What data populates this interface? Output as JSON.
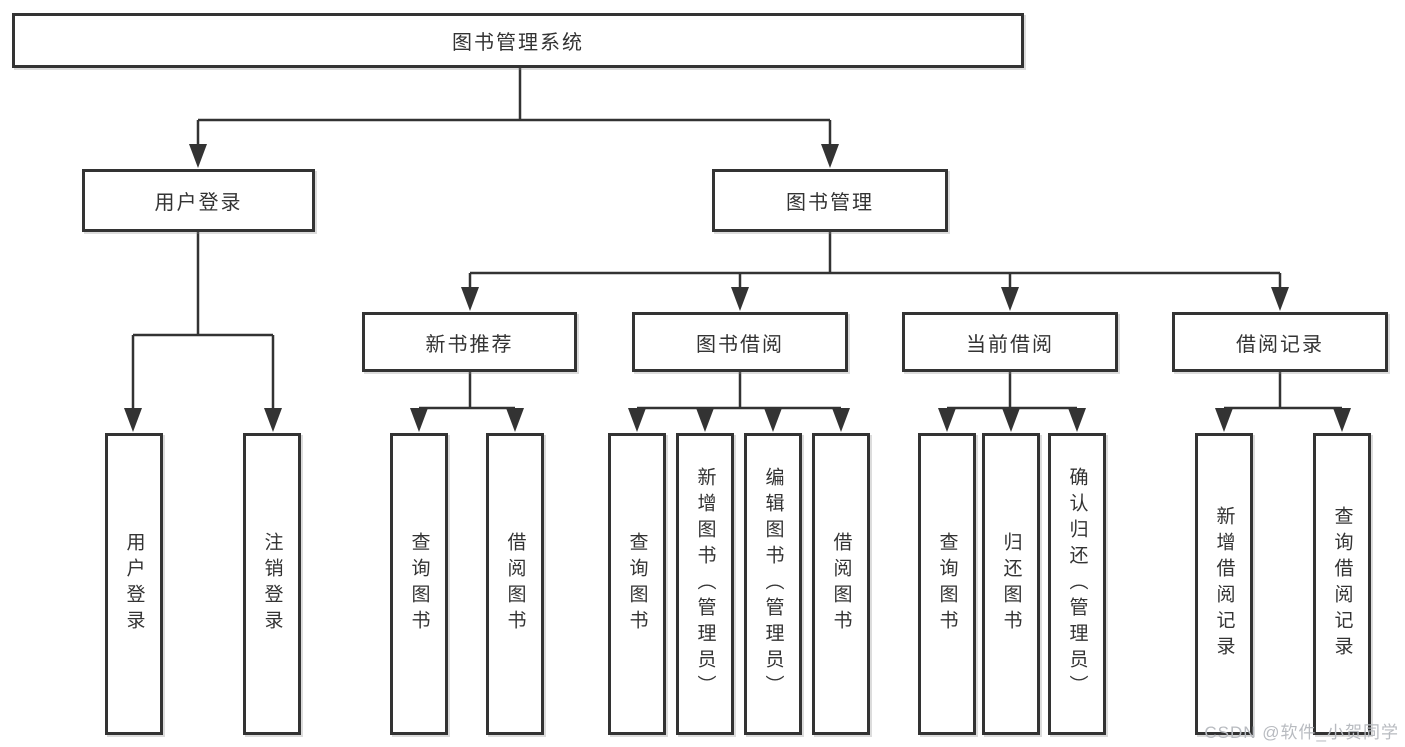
{
  "tree": {
    "root": {
      "label": "图书管理系统"
    },
    "branches": [
      {
        "label": "用户登录",
        "children": [
          {
            "label": "用户登录"
          },
          {
            "label": "注销登录"
          }
        ]
      },
      {
        "label": "图书管理",
        "children": [
          {
            "label": "新书推荐",
            "children": [
              {
                "label": "查询图书"
              },
              {
                "label": "借阅图书"
              }
            ]
          },
          {
            "label": "图书借阅",
            "children": [
              {
                "label": "查询图书"
              },
              {
                "label": "新增图书（管理员）"
              },
              {
                "label": "编辑图书（管理员）"
              },
              {
                "label": "借阅图书"
              }
            ]
          },
          {
            "label": "当前借阅",
            "children": [
              {
                "label": "查询图书"
              },
              {
                "label": "归还图书"
              },
              {
                "label": "确认归还（管理员）"
              }
            ]
          },
          {
            "label": "借阅记录",
            "children": [
              {
                "label": "新增借阅记录"
              },
              {
                "label": "查询借阅记录"
              }
            ]
          }
        ]
      }
    ]
  },
  "watermark": {
    "text": "CSDN @软件_小贺同学"
  },
  "colors": {
    "line": "#333333",
    "text": "#333333",
    "box_background": "#ffffff",
    "watermark": "#b8bbc0"
  }
}
